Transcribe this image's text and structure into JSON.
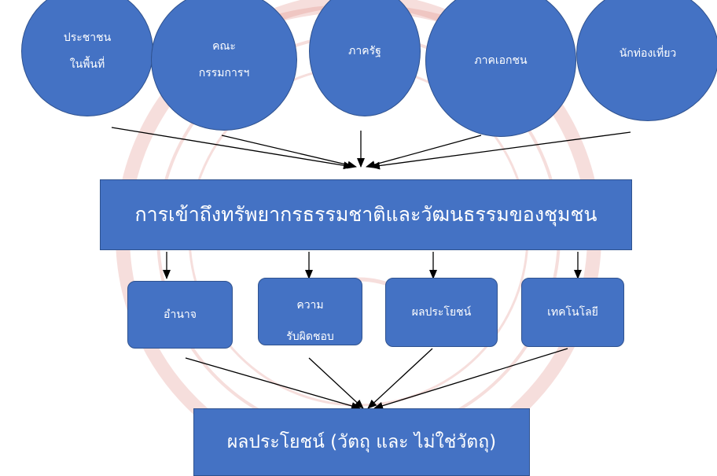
{
  "stakeholders": [
    {
      "line1": "ประชาชน",
      "line2": "ในพื้นที่"
    },
    {
      "line1": "คณะ",
      "line2": "กรรมการฯ"
    },
    {
      "line1": "ภาครัฐ",
      "line2": ""
    },
    {
      "line1": "ภาคเอกชน",
      "line2": ""
    },
    {
      "line1": "นักท่องเที่ยว",
      "line2": ""
    }
  ],
  "access_box": {
    "label": "การเข้าถึงทรัพยากรธรรมชาติและวัฒนธรรมของชุมชน"
  },
  "factors": [
    {
      "line1": "อำนาจ",
      "line2": ""
    },
    {
      "line1": "ความ",
      "line2": "รับผิดชอบ"
    },
    {
      "line1": "ผลประโยชน์",
      "line2": ""
    },
    {
      "line1": "เทคโนโลยี",
      "line2": ""
    }
  ],
  "benefit_box": {
    "label": "ผลประโยชน์ (วัตถุ และ ไม่ใช่วัตถุ)"
  },
  "colors": {
    "shape_fill": "#4472c4",
    "shape_border": "#2f528f",
    "text": "#ffffff",
    "watermark": "#e08a82"
  }
}
